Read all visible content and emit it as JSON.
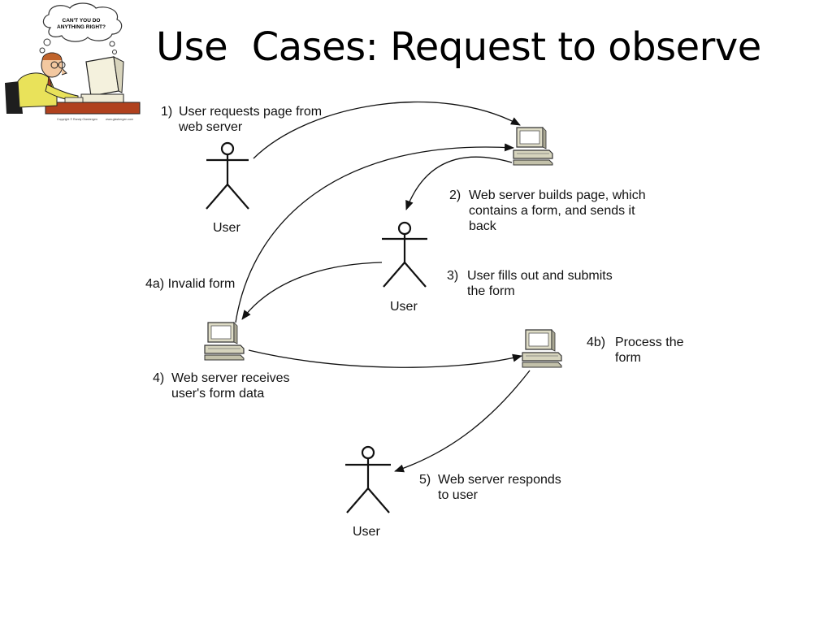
{
  "slide": {
    "title": "Use  Cases: Request to observe"
  },
  "cartoon": {
    "bubble_line1": "CAN'T YOU DO",
    "bubble_line2": "ANYTHING RIGHT?",
    "copyright": "Copyright © Randy Glasbergen",
    "website": "www.glasbergen.com"
  },
  "diagram": {
    "actor_label": "User",
    "steps": {
      "s1": {
        "num": "1)",
        "line1": "User requests page from",
        "line2": "web server"
      },
      "s2": {
        "num": "2)",
        "line1": "Web server builds page, which",
        "line2": "contains a form, and sends it",
        "line3": "back"
      },
      "s3": {
        "num": "3)",
        "line1": "User fills out and submits",
        "line2": "the form"
      },
      "s4": {
        "num": "4)",
        "line1": "Web server receives",
        "line2": "user's form data"
      },
      "s4a": {
        "text": "4a) Invalid form"
      },
      "s4b": {
        "num": "4b)",
        "line1": "Process the",
        "line2": "form"
      },
      "s5": {
        "num": "5)",
        "line1": "Web server responds",
        "line2": "to user"
      }
    }
  }
}
